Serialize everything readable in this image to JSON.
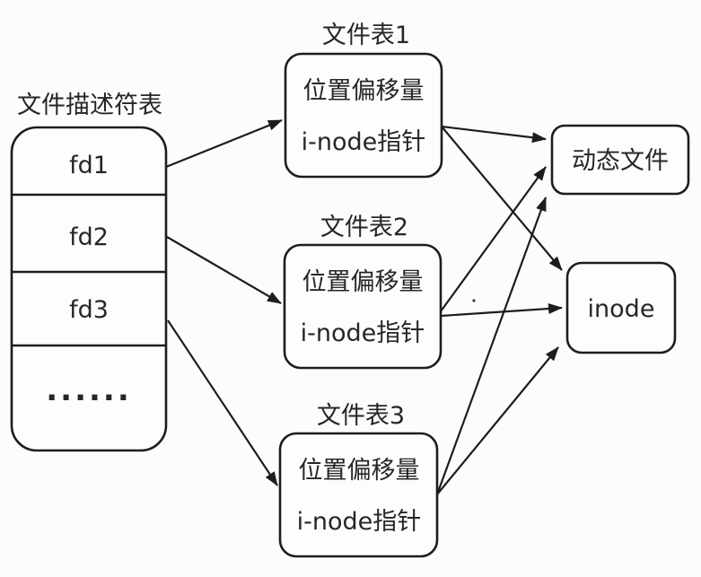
{
  "diagram": {
    "fd_table": {
      "title": "文件描述符表",
      "rows": [
        "fd1",
        "fd2",
        "fd3",
        "......"
      ]
    },
    "file_tables": [
      {
        "title": "文件表1",
        "fields": [
          "位置偏移量",
          "i-node指针"
        ]
      },
      {
        "title": "文件表2",
        "fields": [
          "位置偏移量",
          "i-node指针"
        ]
      },
      {
        "title": "文件表3",
        "fields": [
          "位置偏移量",
          "i-node指针"
        ]
      }
    ],
    "targets": [
      {
        "label": "动态文件"
      },
      {
        "label": "inode"
      }
    ],
    "edges": [
      {
        "from": "fd1",
        "to": "文件表1"
      },
      {
        "from": "fd2",
        "to": "文件表2"
      },
      {
        "from": "fd3",
        "to": "文件表3"
      },
      {
        "from": "文件表1",
        "to": "动态文件"
      },
      {
        "from": "文件表1",
        "to": "inode"
      },
      {
        "from": "文件表2",
        "to": "动态文件"
      },
      {
        "from": "文件表2",
        "to": "inode"
      },
      {
        "from": "文件表3",
        "to": "动态文件"
      },
      {
        "from": "文件表3",
        "to": "inode"
      }
    ],
    "colors": {
      "stroke": "#1d1d1d",
      "text": "#262626",
      "background": "#fcfcfc"
    }
  }
}
